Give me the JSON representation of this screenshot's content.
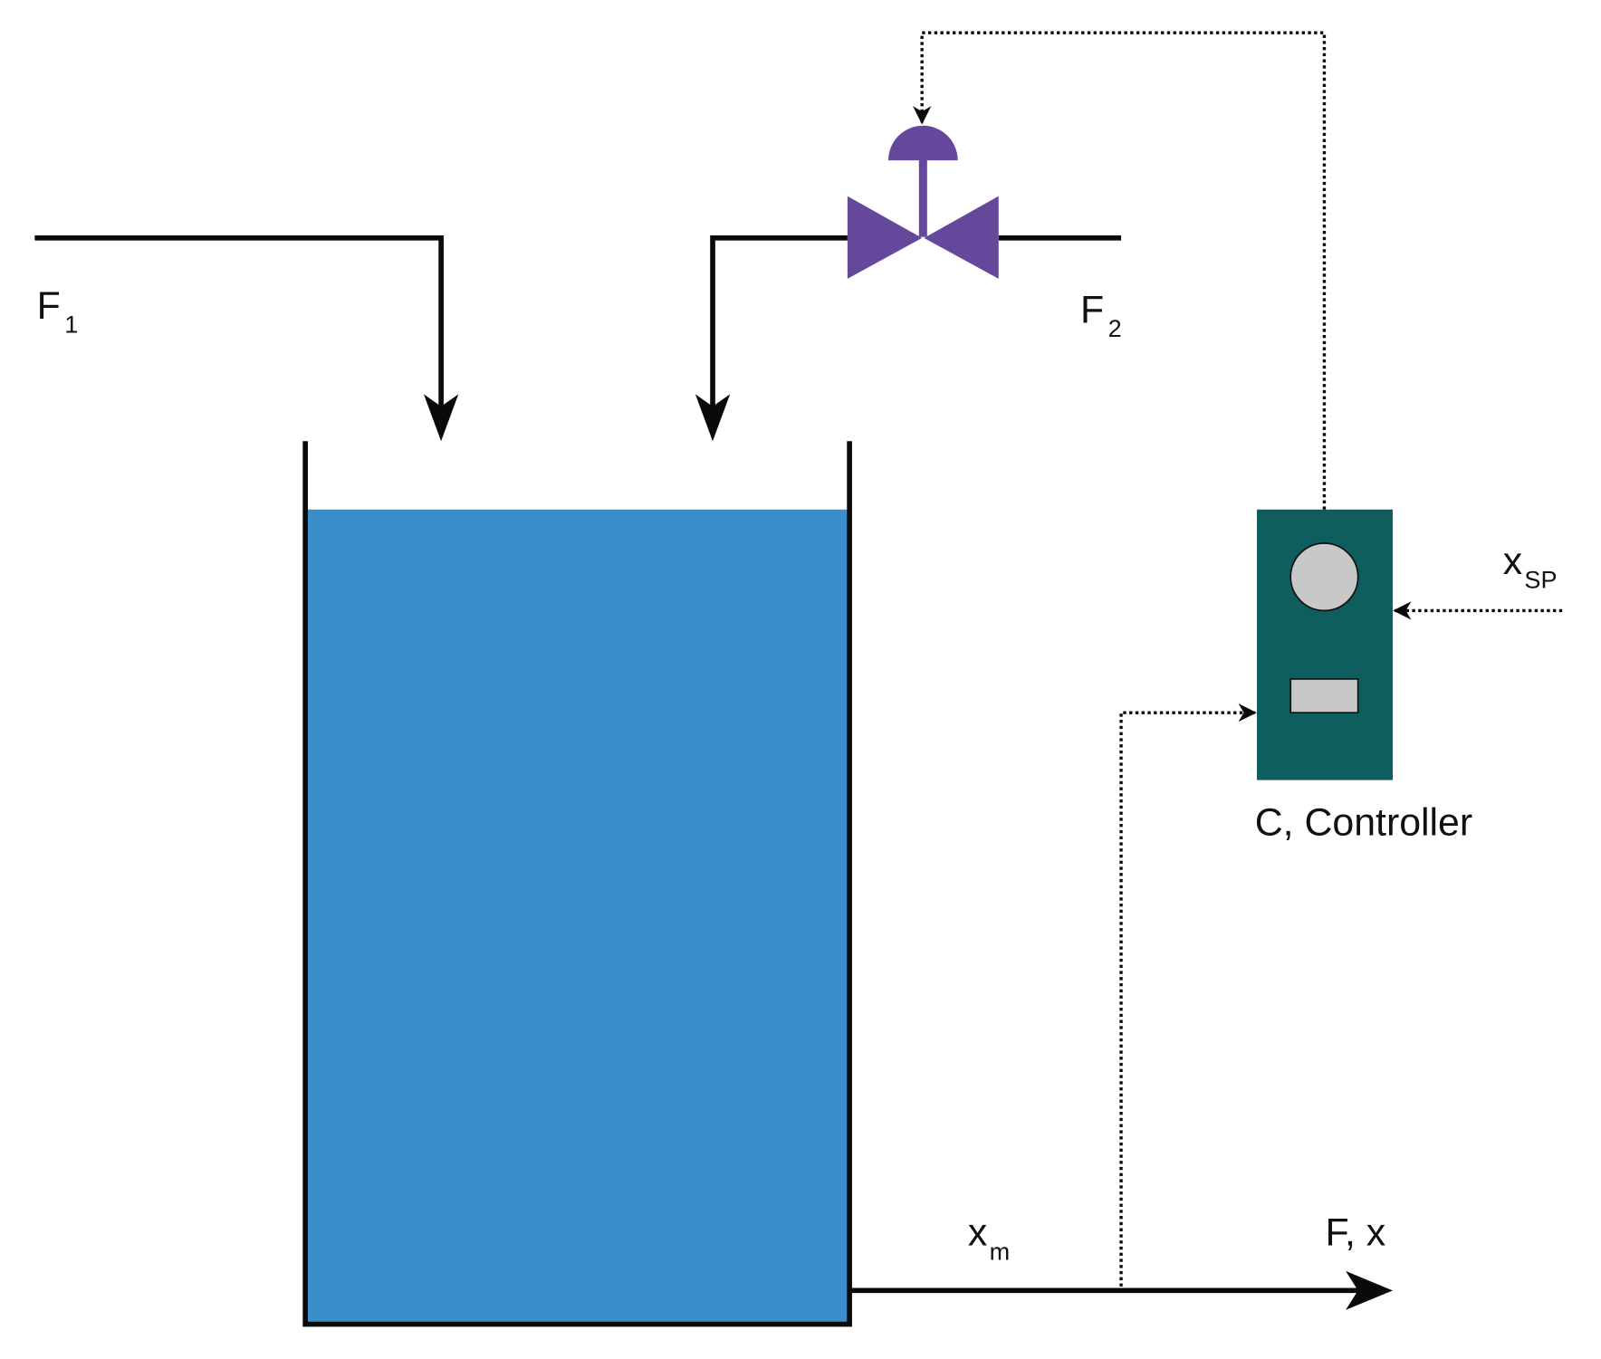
{
  "labels": {
    "f1": {
      "main": "F",
      "sub": "1"
    },
    "f2": {
      "main": "F",
      "sub": "2"
    },
    "xsp": {
      "main": "x",
      "sub": "SP"
    },
    "xm": {
      "main": "x",
      "sub": "m"
    },
    "outlet": "F, x",
    "controller": "C, Controller"
  },
  "colors": {
    "liquid": "#3a8fcb",
    "valve": "#65489c",
    "controller": "#0e5e5e",
    "indicator": "#c8c8c8",
    "line": "#0a0a0a"
  }
}
